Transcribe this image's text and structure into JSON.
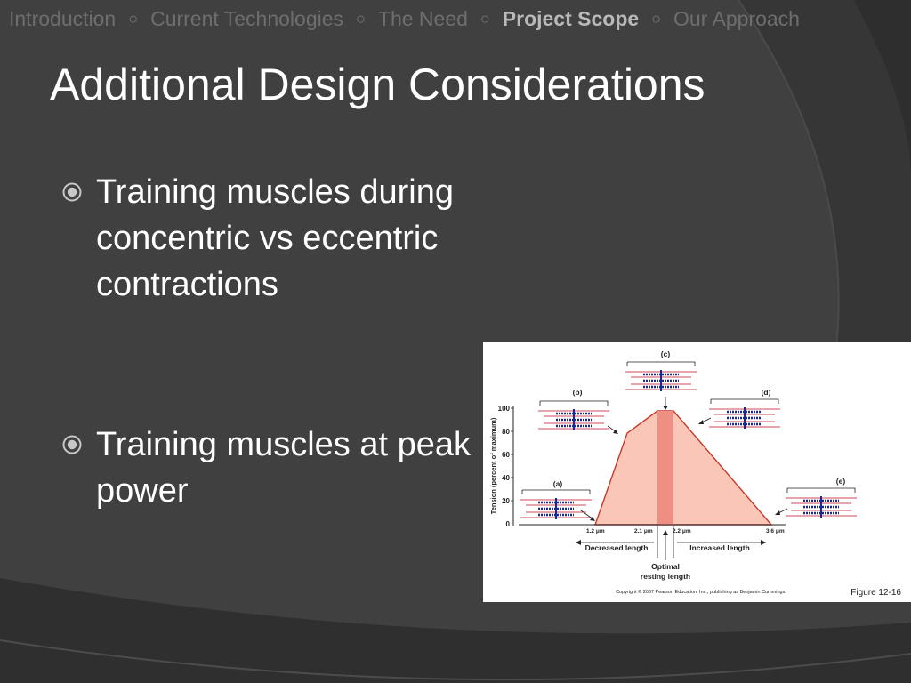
{
  "nav": {
    "items": [
      {
        "label": "Introduction"
      },
      {
        "label": "Current Technologies"
      },
      {
        "label": "The Need"
      },
      {
        "label": "Project Scope"
      },
      {
        "label": "Our Approach"
      }
    ],
    "separator": "○",
    "active_index": 3
  },
  "slide": {
    "title": "Additional Design Considerations",
    "bullets": [
      {
        "text": "Training muscles during concentric vs eccentric contractions"
      },
      {
        "text": "Training muscles at peak power"
      }
    ]
  },
  "figure": {
    "ylabel": "Tension (percent of maximum)",
    "yticks": [
      "100",
      "80",
      "60",
      "40",
      "20",
      "0"
    ],
    "xticks": [
      "1.2 μm",
      "2.1 μm",
      "2.2 μm",
      "3.6 μm"
    ],
    "labels": {
      "a": "(a)",
      "b": "(b)",
      "c": "(c)",
      "d": "(d)",
      "e": "(e)"
    },
    "decreased": "Decreased length",
    "increased": "Increased length",
    "optimal_line1": "Optimal",
    "optimal_line2": "resting length",
    "copyright": "Copyright © 2007 Pearson Education, Inc., publishing as Benjamin Cummings.",
    "figure_number": "Figure 12-16",
    "colors": {
      "fill": "#f9c6b7",
      "band": "#ee8f84",
      "outline": "#c43a2a",
      "filament": "#1b2a8a"
    }
  }
}
